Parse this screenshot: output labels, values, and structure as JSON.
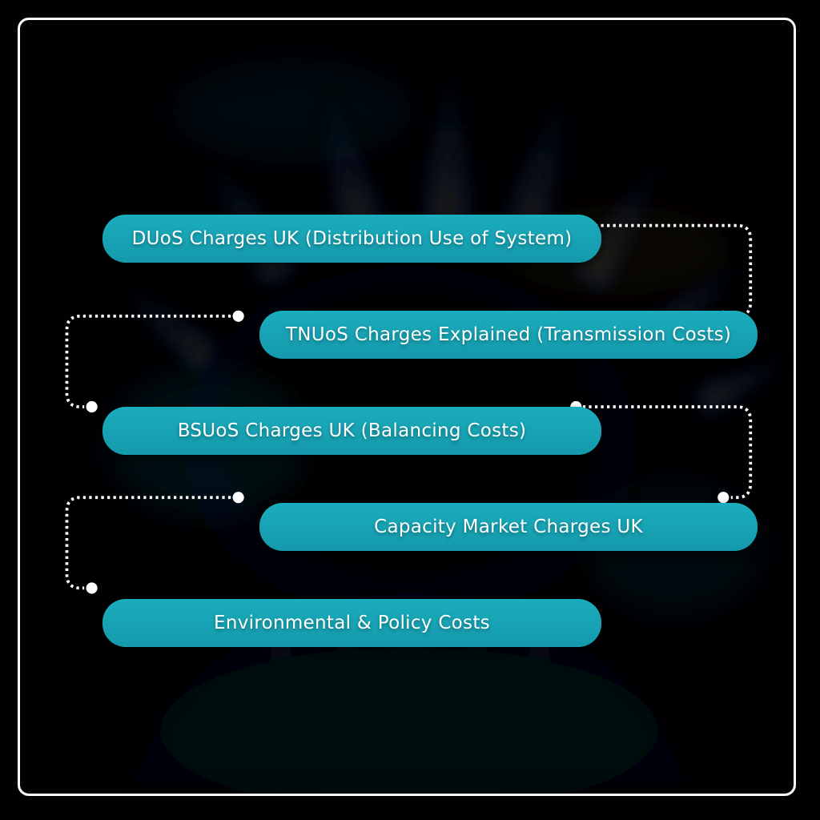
{
  "page": {
    "background_color": "#000000",
    "frame_border_color": "#ffffff",
    "background_image": "dim-gas-burner-blue-flames"
  },
  "flowchart": {
    "node_fill_color": "#17a3b4",
    "node_text_color": "#ffffff",
    "connector_color": "#ffffff",
    "connector_style": "dotted",
    "nodes": [
      {
        "label": "DUoS Charges UK (Distribution Use of System)"
      },
      {
        "label": "TNUoS Charges Explained (Transmission Costs)"
      },
      {
        "label": "BSUoS Charges UK (Balancing Costs)"
      },
      {
        "label": "Capacity Market Charges UK"
      },
      {
        "label": "Environmental & Policy Costs"
      }
    ]
  }
}
